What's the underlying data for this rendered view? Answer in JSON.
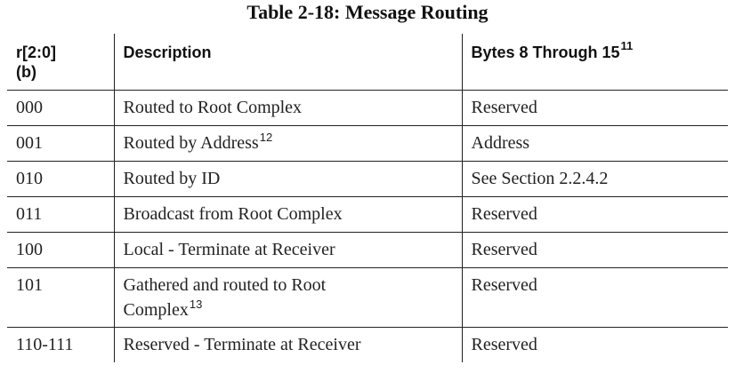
{
  "caption": "Table 2-18:  Message Routing",
  "headers": {
    "col1_line1": "r[2:0]",
    "col1_line2": "(b)",
    "col2": "Description",
    "col3": "Bytes 8 Through 15",
    "col3_footnote": "11"
  },
  "rows": [
    {
      "code": "000",
      "description": "Routed to Root Complex",
      "footnote": "",
      "bytes": "Reserved"
    },
    {
      "code": "001",
      "description": "Routed by Address",
      "footnote": "12",
      "bytes": "Address"
    },
    {
      "code": "010",
      "description": "Routed by ID",
      "footnote": "",
      "bytes": "See Section 2.2.4.2"
    },
    {
      "code": "011",
      "description": "Broadcast from Root Complex",
      "footnote": "",
      "bytes": "Reserved"
    },
    {
      "code": "100",
      "description": "Local - Terminate at Receiver",
      "footnote": "",
      "bytes": "Reserved"
    },
    {
      "code": "101",
      "description_line1": "Gathered and routed to Root",
      "description_line2": "Complex",
      "footnote": "13",
      "bytes": "Reserved"
    },
    {
      "code": "110-111",
      "description": "Reserved - Terminate at Receiver",
      "footnote": "",
      "bytes": "Reserved"
    }
  ]
}
